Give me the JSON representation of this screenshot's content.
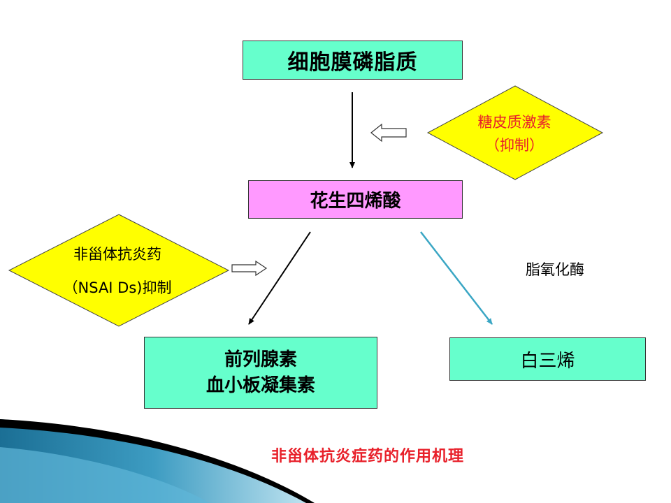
{
  "nodes": {
    "membrane": "细胞膜磷脂质",
    "arachidonic_acid": "花生四烯酸",
    "prostaglandin_line1": "前列腺素",
    "prostaglandin_line2": "血小板凝集素",
    "leukotriene": "白三烯"
  },
  "glucocorticoid": {
    "line1": "糖皮质激素",
    "line2": "（抑制）"
  },
  "nsaid": {
    "line1": "非甾体抗炎药",
    "line2": "（NSAI Ds)抑制"
  },
  "enzyme_label": "脂氧化酶",
  "caption": "非甾体抗炎症药的作用机理",
  "colors": {
    "box_green": "#66ffcc",
    "box_pink": "#ff99ff",
    "diamond_yellow": "#ffff00",
    "caption_red": "#e8202a",
    "arrow_teal": "#3aa6c4"
  }
}
